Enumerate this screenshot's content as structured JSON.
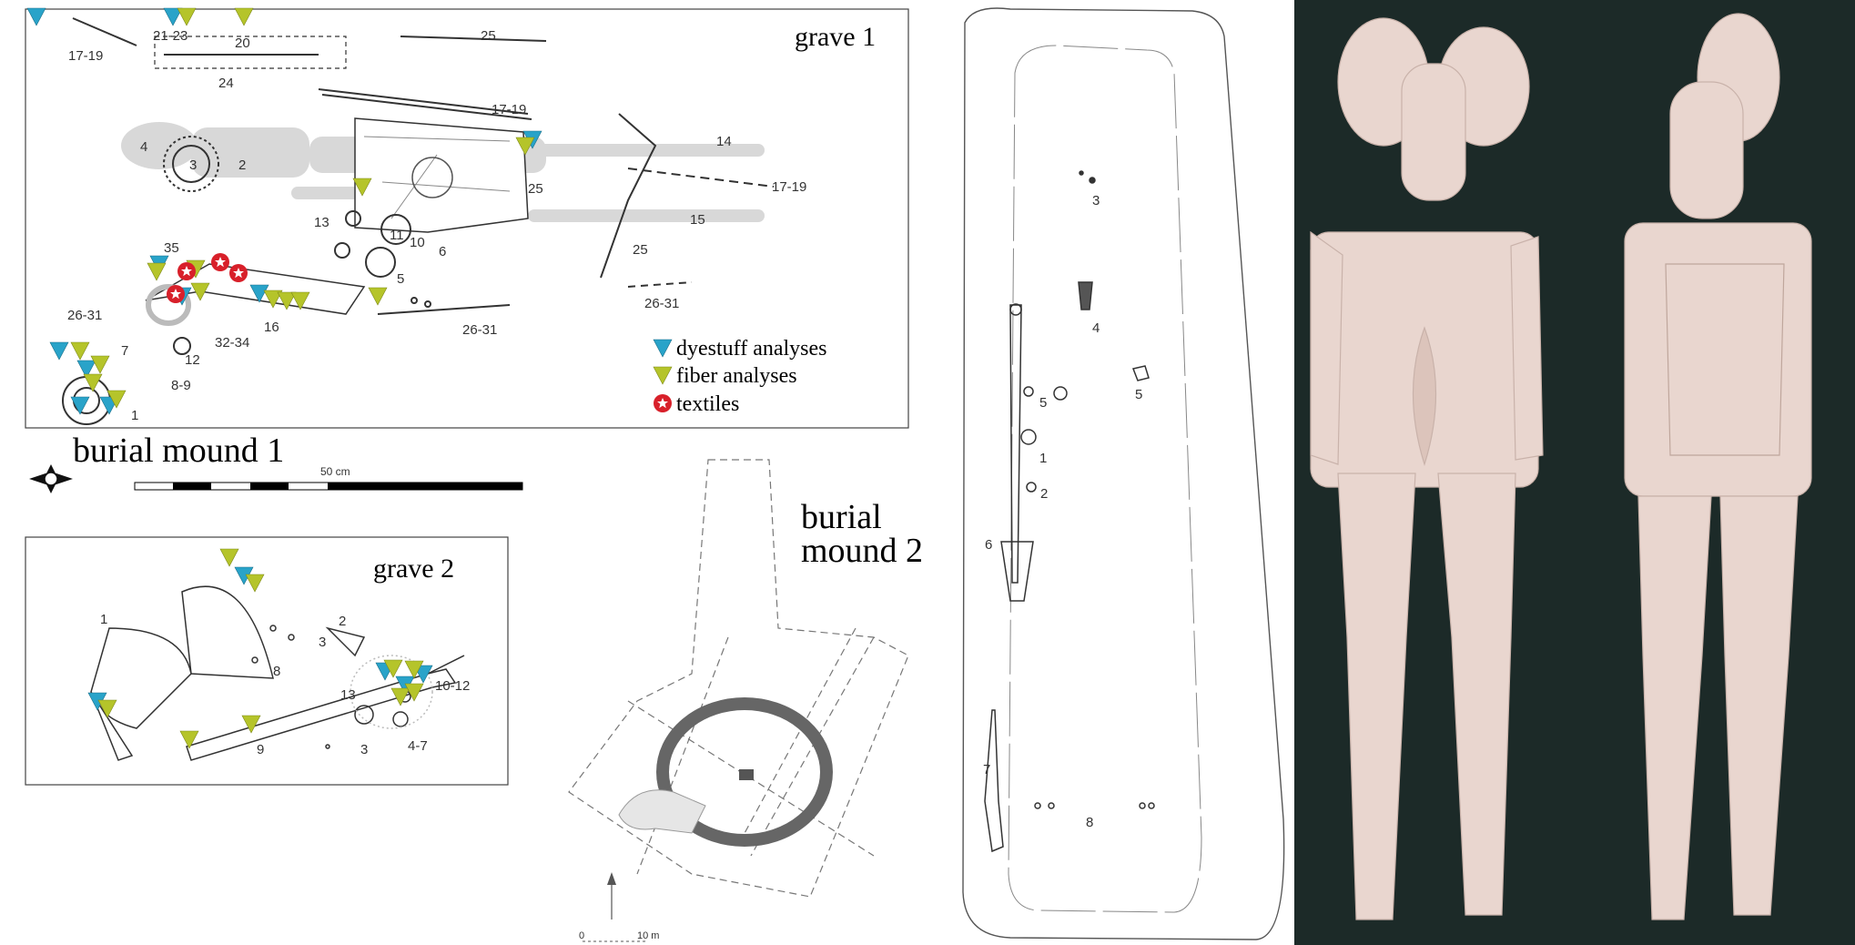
{
  "grave1": {
    "title": "grave 1",
    "labels": [
      "17-19",
      "21-23",
      "20",
      "24",
      "25",
      "17-19",
      "14",
      "4",
      "3",
      "2",
      "25",
      "17-19",
      "15",
      "13",
      "11",
      "10",
      "6",
      "5",
      "35",
      "25",
      "26-31",
      "16",
      "26-31",
      "26-31",
      "7",
      "32-34",
      "12",
      "8-9",
      "1"
    ],
    "legend": {
      "dyestuff": "dyestuff analyses",
      "fiber": "fiber analyses",
      "textiles": "textiles"
    }
  },
  "mound1": {
    "title": "burial mound 1",
    "scale": "50 cm"
  },
  "grave2": {
    "title": "grave 2",
    "labels": [
      "1",
      "2",
      "8",
      "13",
      "10-12",
      "3",
      "4-7",
      "9",
      "3"
    ]
  },
  "mound2": {
    "title_line1": "burial",
    "title_line2": "mound 2",
    "scale_start": "0",
    "scale_end": "10 m"
  },
  "statue_plan": {
    "labels": [
      "3",
      "4",
      "5",
      "5",
      "1",
      "2",
      "6",
      "7",
      "8"
    ]
  },
  "colors": {
    "dyestuff": "#29a3c9",
    "fiber": "#b5c42a",
    "textile": "#d8202a",
    "photo_bg": "#1c2a28",
    "stone": "#e9d6cf"
  }
}
